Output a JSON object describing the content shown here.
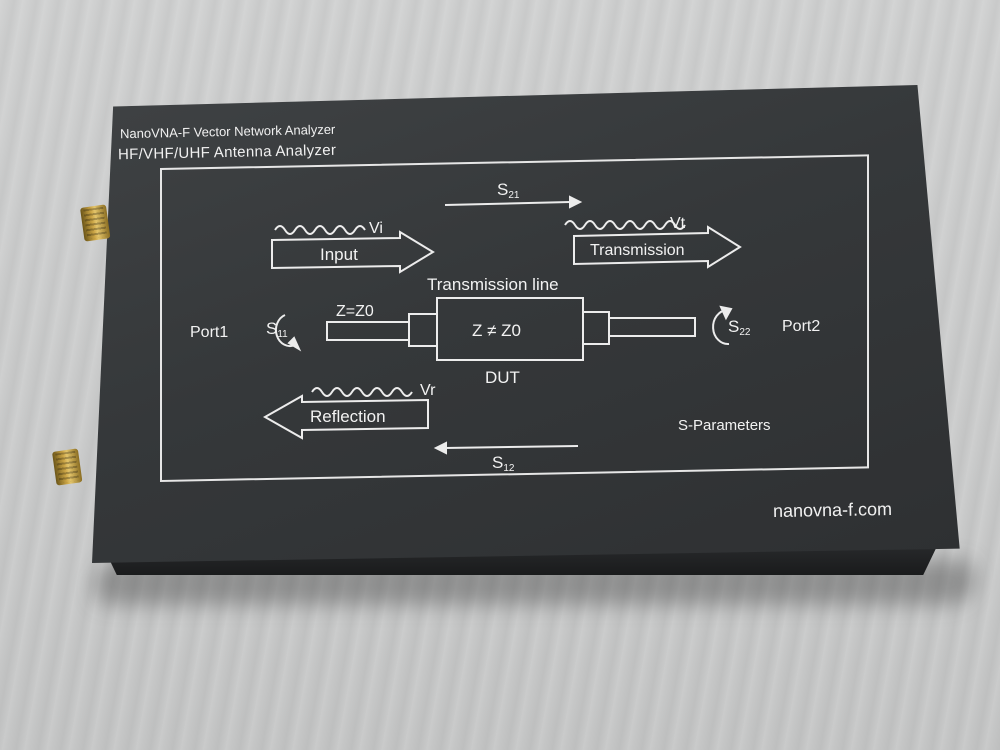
{
  "device": {
    "model_line": "NanoVNA-F Vector Network Analyzer",
    "subtitle": "HF/VHF/UHF Antenna Analyzer",
    "website": "nanovna-f.com"
  },
  "diagram": {
    "s21": "S",
    "s21_sub": "21",
    "s12": "S",
    "s12_sub": "12",
    "s11": "S",
    "s11_sub": "11",
    "s22": "S",
    "s22_sub": "22",
    "vi": "Vi",
    "vt": "Vt",
    "vr": "Vr",
    "input": "Input",
    "transmission": "Transmission",
    "reflection": "Reflection",
    "transmission_line": "Transmission line",
    "z_eq": "Z=Z0",
    "z_neq": "Z ≠ Z0",
    "dut": "DUT",
    "port1": "Port1",
    "port2": "Port2",
    "s_parameters": "S-Parameters"
  }
}
